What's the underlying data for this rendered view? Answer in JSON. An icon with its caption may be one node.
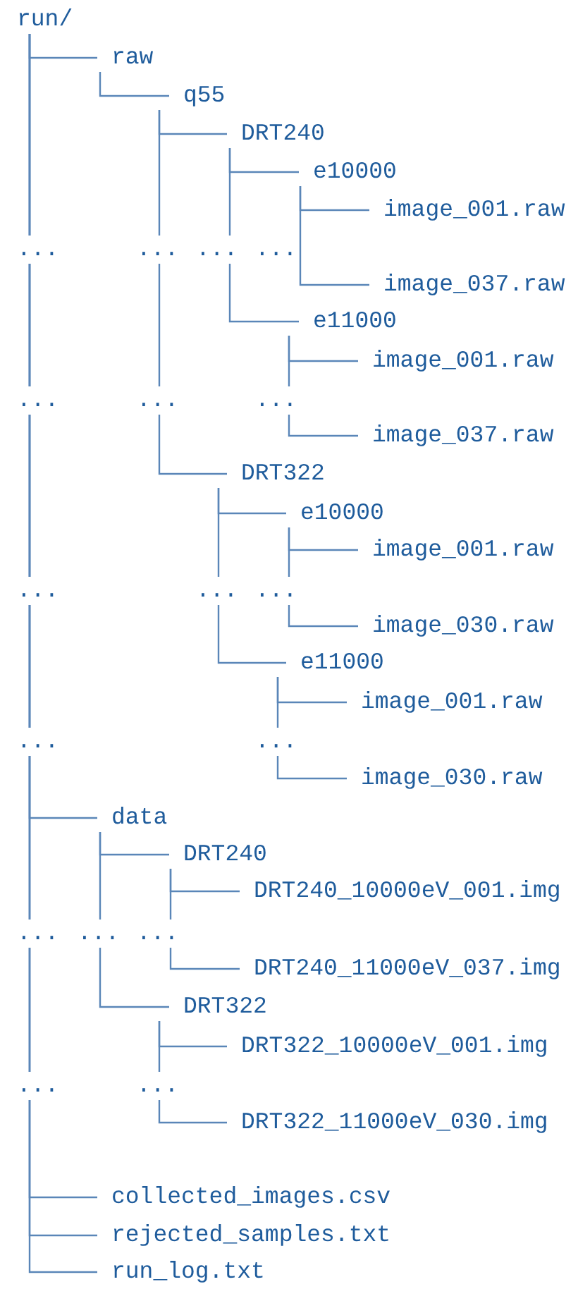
{
  "diagram": {
    "nodes": [
      {
        "text": [
          "run/"
        ]
      },
      {
        "text": [
          "raw"
        ]
      },
      {
        "text": [
          "q55"
        ]
      },
      {
        "text": [
          "DRT240"
        ]
      },
      {
        "text": [
          "e10000"
        ]
      },
      {
        "text": [
          "image_001.raw"
        ]
      },
      {
        "text": [
          "image_037.raw"
        ]
      },
      {
        "text": [
          "e11000"
        ]
      },
      {
        "text": [
          "image_001.raw"
        ]
      },
      {
        "text": [
          "image_037.raw"
        ]
      },
      {
        "text": [
          "DRT322"
        ]
      },
      {
        "text": [
          "e10000"
        ]
      },
      {
        "text": [
          "image_001.raw"
        ]
      },
      {
        "text": [
          "image_030.raw"
        ]
      },
      {
        "text": [
          "e11000"
        ]
      },
      {
        "text": [
          "image_001.raw"
        ]
      },
      {
        "text": [
          "image_030.raw"
        ]
      },
      {
        "text": [
          "data"
        ]
      },
      {
        "text": [
          "DRT240"
        ]
      },
      {
        "text": [
          "DRT240_10000eV_001.img"
        ]
      },
      {
        "text": [
          "DRT240_11000eV_037.img"
        ]
      },
      {
        "text": [
          "DRT322"
        ]
      },
      {
        "text": [
          "DRT322_10000eV_001.img"
        ]
      },
      {
        "text": [
          "DRT322_11000eV_030.img"
        ]
      },
      {
        "text": [
          "collected_images.csv"
        ]
      },
      {
        "text": [
          "rejected_samples.txt"
        ]
      },
      {
        "text": [
          "run_log.txt"
        ]
      }
    ],
    "edges": [
      {
        "from": 0,
        "to": 1,
        "arrow": "none"
      },
      {
        "from": 1,
        "to": 2,
        "arrow": "none"
      },
      {
        "from": 2,
        "to": 3,
        "arrow": "none"
      },
      {
        "from": 3,
        "to": 4,
        "arrow": "none"
      },
      {
        "from": 4,
        "to": 5,
        "arrow": "none"
      },
      {
        "from": 4,
        "to": 6,
        "arrow": "none"
      },
      {
        "from": 3,
        "to": 7,
        "arrow": "none"
      },
      {
        "from": 7,
        "to": 8,
        "arrow": "none"
      },
      {
        "from": 7,
        "to": 9,
        "arrow": "none"
      },
      {
        "from": 2,
        "to": 10,
        "arrow": "none"
      },
      {
        "from": 10,
        "to": 11,
        "arrow": "none"
      },
      {
        "from": 11,
        "to": 12,
        "arrow": "none"
      },
      {
        "from": 11,
        "to": 13,
        "arrow": "none"
      },
      {
        "from": 10,
        "to": 14,
        "arrow": "none"
      },
      {
        "from": 14,
        "to": 15,
        "arrow": "none"
      },
      {
        "from": 14,
        "to": 16,
        "arrow": "none"
      },
      {
        "from": 0,
        "to": 17,
        "arrow": "none"
      },
      {
        "from": 17,
        "to": 18,
        "arrow": "none"
      },
      {
        "from": 18,
        "to": 19,
        "arrow": "none"
      },
      {
        "from": 18,
        "to": 20,
        "arrow": "none"
      },
      {
        "from": 17,
        "to": 21,
        "arrow": "none"
      },
      {
        "from": 21,
        "to": 22,
        "arrow": "none"
      },
      {
        "from": 21,
        "to": 23,
        "arrow": "none"
      },
      {
        "from": 0,
        "to": 24,
        "arrow": "none"
      },
      {
        "from": 0,
        "to": 25,
        "arrow": "none"
      },
      {
        "from": 0,
        "to": 26,
        "arrow": "none"
      }
    ],
    "labels": [
      "...",
      "...",
      "...",
      "...",
      "...",
      "...",
      "...",
      "...",
      "...",
      "...",
      "...",
      "...",
      "...",
      "...",
      "...",
      "...",
      "..."
    ]
  }
}
